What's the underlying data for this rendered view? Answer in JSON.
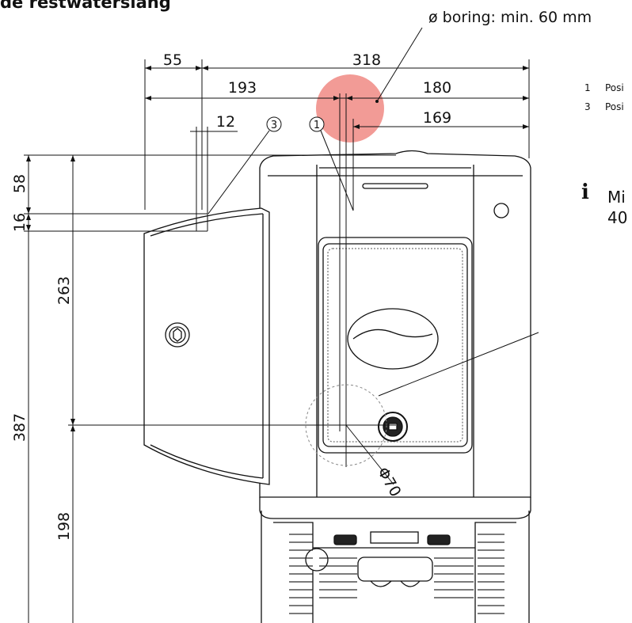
{
  "header": {
    "title": "de restwaterslang"
  },
  "boring_note": "ø boring: min. 60 mm",
  "dimensions": {
    "top_55": "55",
    "top_318": "318",
    "top_193": "193",
    "top_180": "180",
    "top_169": "169",
    "top_12": "12",
    "left_58": "58",
    "left_16": "16",
    "left_263": "263",
    "left_387": "387",
    "left_198": "198",
    "diameter": "Φ70"
  },
  "markers": {
    "marker_1": "1",
    "marker_3": "3"
  },
  "legend": [
    {
      "num": "1",
      "text": "Posi"
    },
    {
      "num": "3",
      "text": "Posi"
    }
  ],
  "info": {
    "icon": "info-icon",
    "line1": "Mi",
    "line2": "40"
  },
  "colors": {
    "hole_highlight": "#f08a84",
    "line": "#1a1a1a"
  }
}
